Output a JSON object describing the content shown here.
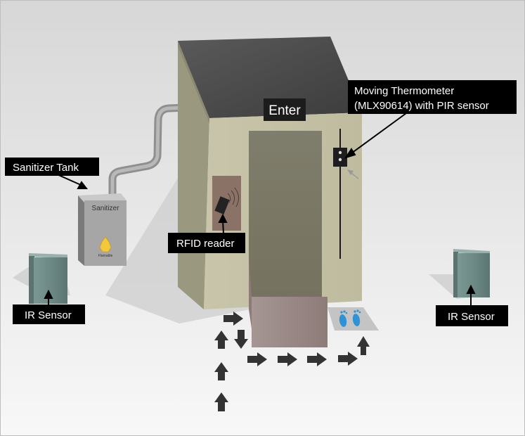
{
  "diagram": {
    "door_sign": "Enter",
    "sanitizer_tank_label": "Sanitizer",
    "flammable_label": "Flamable",
    "callouts": {
      "sanitizer_tank": "Sanitizer Tank",
      "thermometer_line1": "Moving Thermometer",
      "thermometer_line2": "(MLX90614) with PIR sensor",
      "rfid_reader": "RFID reader",
      "ir_sensor_left": "IR Sensor",
      "ir_sensor_right": "IR Sensor"
    }
  },
  "colors": {
    "background_top": "#d9d9d9",
    "background_bottom": "#f7f7f7",
    "booth_wall": "#c7c4a8",
    "booth_roof": "#505050",
    "door_panel": "#7c7a68",
    "rfid_panel": "#8c7468",
    "step_box": "#9a8884",
    "sensor_box": "#6f8c88",
    "callout_bg": "#000000",
    "footprint": "#3a9ad9",
    "arrow": "#333333"
  }
}
